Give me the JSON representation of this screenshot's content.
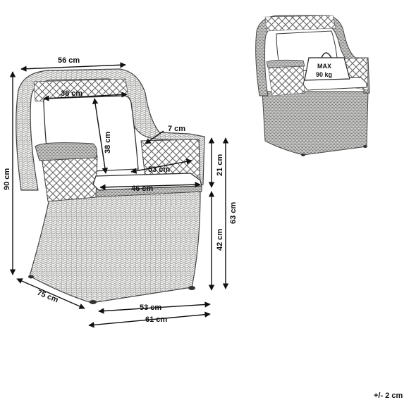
{
  "dimensions": {
    "top_width": "56 cm",
    "backrest_width": "38 cm",
    "backrest_height": "38 cm",
    "armrest_thickness": "7 cm",
    "seat_depth": "53 cm",
    "seat_width": "46 cm",
    "total_height": "90 cm",
    "armrest_height": "21 cm",
    "seat_height": "42 cm",
    "arm_floor_height": "63 cm",
    "depth": "75 cm",
    "base_width": "53 cm",
    "total_width": "61 cm"
  },
  "weight_label": {
    "line1": "MAX",
    "line2": "90 kg"
  },
  "tolerance": "+/- 2 cm"
}
